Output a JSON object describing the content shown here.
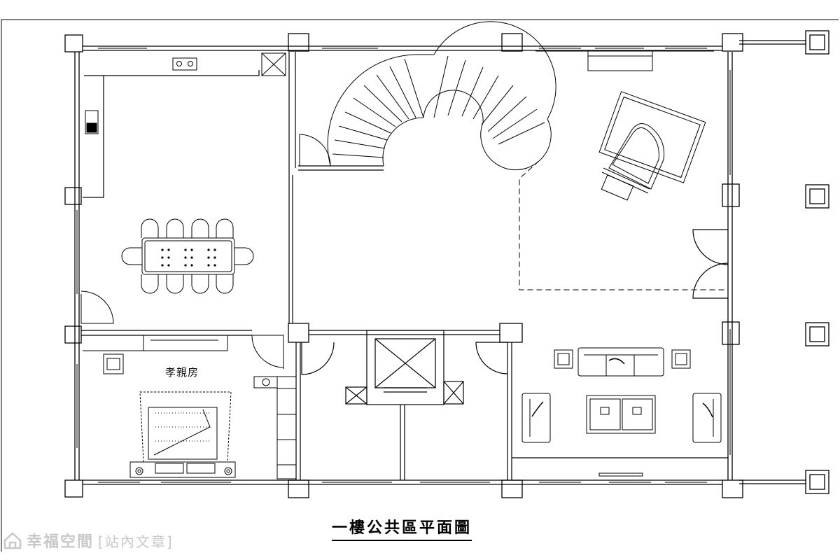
{
  "room_label": "孝親房",
  "plan_title": "一樓公共區平面圖",
  "watermark": {
    "brand": "幸福空間",
    "tag": "[站內文章]",
    "icon": "house-logo-icon",
    "color": "#c8c8c8"
  },
  "line_color": "#000000"
}
